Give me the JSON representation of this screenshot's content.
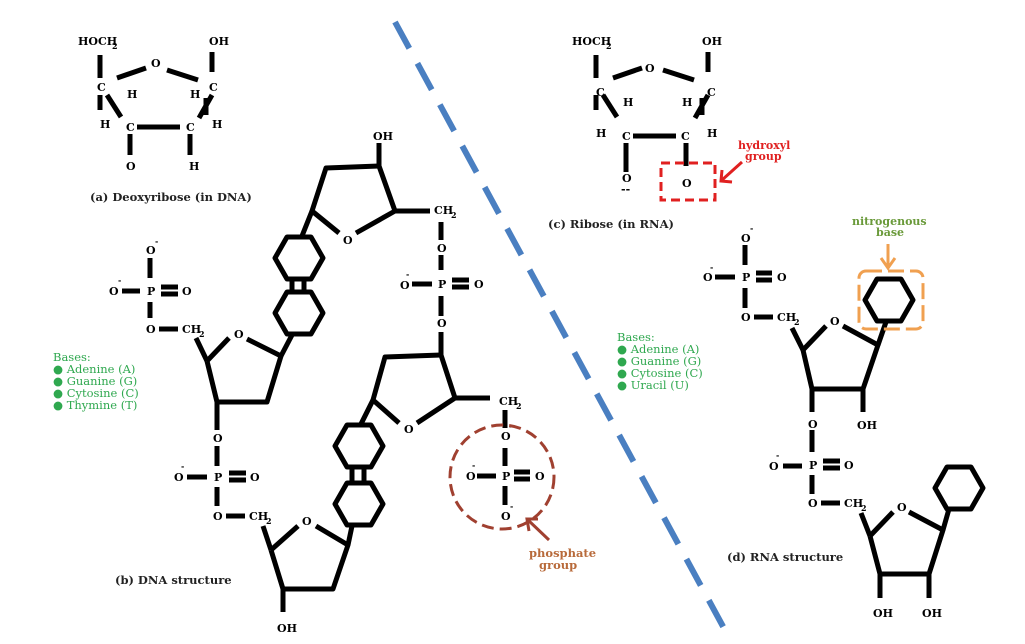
{
  "captions": {
    "deoxyribose": "(a) Deoxyribose (in DNA)",
    "ribose": "(c) Ribose (in RNA)",
    "dna_structure": "(b) DNA structure",
    "rna_structure": "(d) RNA structure"
  },
  "atoms": {
    "HOCH": "HOCH",
    "sub2": "2",
    "CH": "CH",
    "OH": "OH",
    "C": "C",
    "H": "H",
    "O": "O",
    "P": "P",
    "minus": "-",
    "double_minus": "--"
  },
  "annotations": {
    "hydroxyl_group": [
      "hydroxyl",
      "group"
    ],
    "nitrogenous_base": [
      "nitrogenous",
      "base"
    ],
    "phosphate_group": [
      "phosphate",
      "group"
    ]
  },
  "dna_bases": {
    "title": "Bases:",
    "items": [
      "Adenine (A)",
      "Guanine (G)",
      "Cytosine (C)",
      "Thymine (T)"
    ]
  },
  "rna_bases": {
    "title": "Bases:",
    "items": [
      "Adenine (A)",
      "Guanine (G)",
      "Cytosine (C)",
      "Uracil (U)"
    ]
  },
  "colors": {
    "divider": "#4a7fc1",
    "hydroxyl": "#e02020",
    "nitrogenous": "#6a9a3a",
    "nitrogenous_box": "#f0a050",
    "phosphate": "#a04030",
    "phosphate_label": "#b86a3a",
    "bases": "#2fa84f"
  }
}
